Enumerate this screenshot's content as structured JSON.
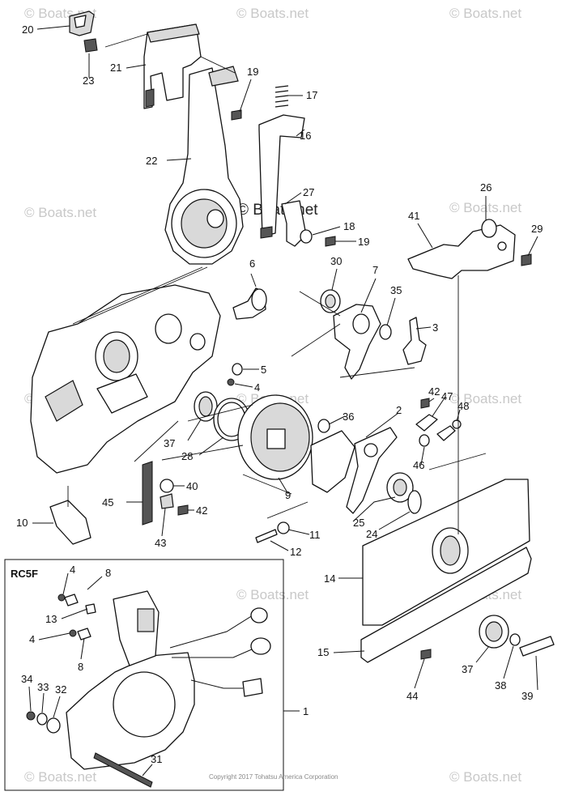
{
  "watermark": "© Boats.net",
  "inset_label": "RC5F",
  "copyright": "Copyright 2017 Tohatsu America Corporation",
  "callouts": [
    "20",
    "23",
    "21",
    "19",
    "17",
    "16",
    "22",
    "27",
    "18",
    "19",
    "26",
    "41",
    "29",
    "6",
    "30",
    "7",
    "35",
    "3",
    "5",
    "4",
    "42",
    "47",
    "48",
    "37",
    "36",
    "2",
    "28",
    "46",
    "40",
    "45",
    "42",
    "43",
    "9",
    "25",
    "24",
    "10",
    "11",
    "12",
    "14",
    "4",
    "8",
    "13",
    "4",
    "8",
    "15",
    "37",
    "38",
    "39",
    "34",
    "33",
    "32",
    "1",
    "31",
    "44"
  ]
}
